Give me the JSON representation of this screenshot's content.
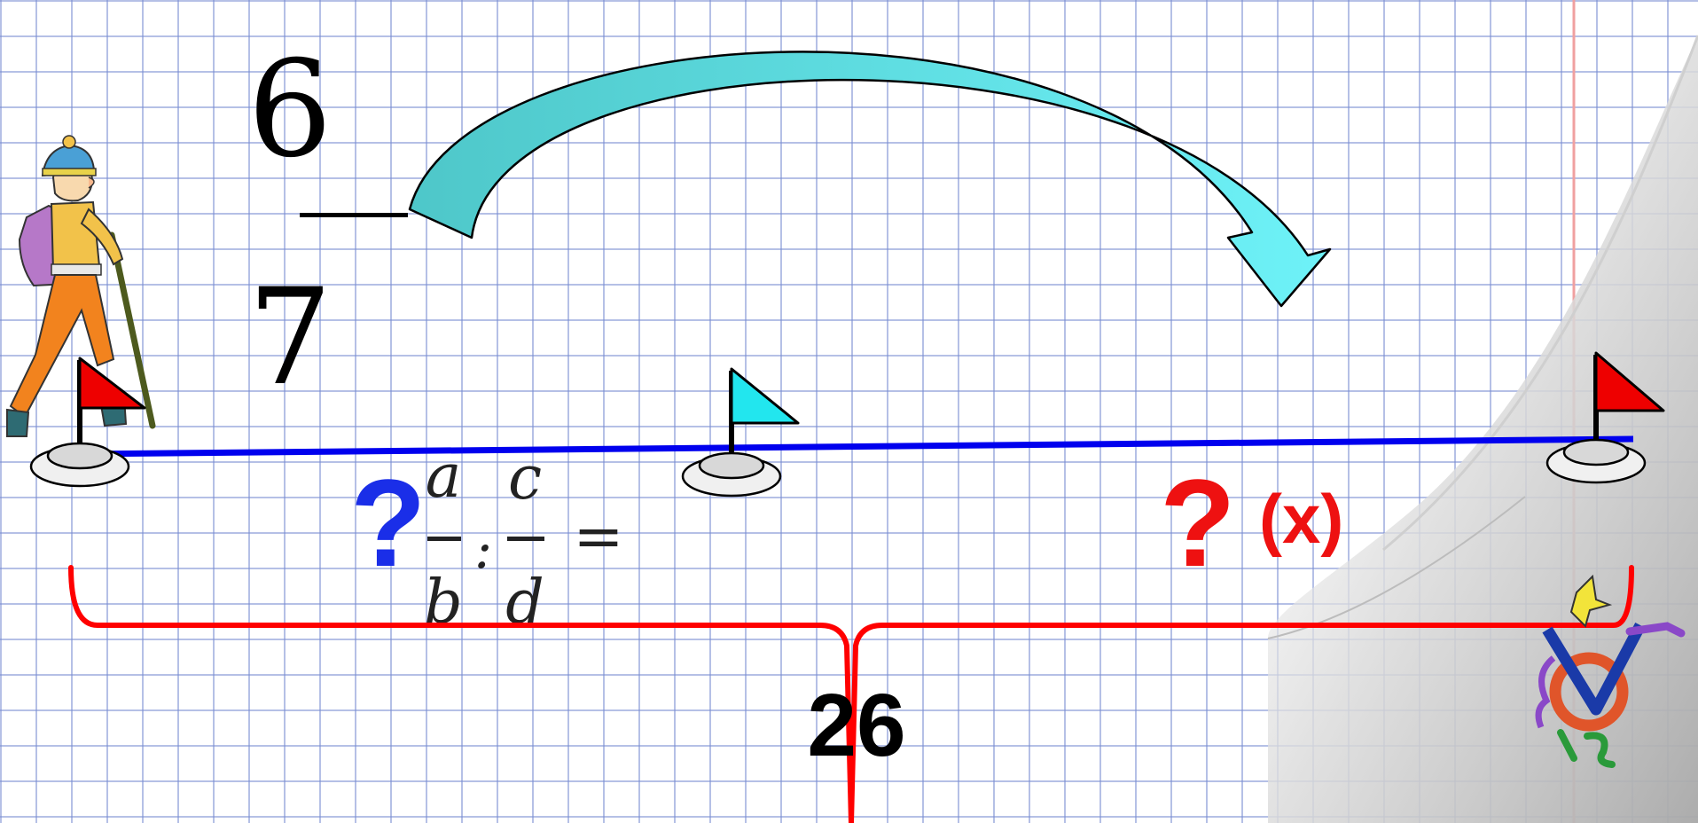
{
  "fraction": {
    "numerator": "6",
    "denominator": "7"
  },
  "formula": {
    "a": "a",
    "b": "b",
    "c": "c",
    "d": "d",
    "colon": ":",
    "equals": "="
  },
  "unknown_first": "?",
  "unknown_second": "?",
  "variable_label": "(x)",
  "total": "26",
  "colors": {
    "path_line": "#0000ee",
    "brace": "#ff0000",
    "first_question": "#1a2ee8",
    "second_question": "#ee1111",
    "arrow_fill": "#5ce0e8",
    "start_flag": "#ee0000",
    "middle_flag": "#22e6ee",
    "end_flag": "#ee0000"
  },
  "icons": [
    "hiker-icon",
    "curved-arrow-icon",
    "flag-icon",
    "logo-icon"
  ]
}
